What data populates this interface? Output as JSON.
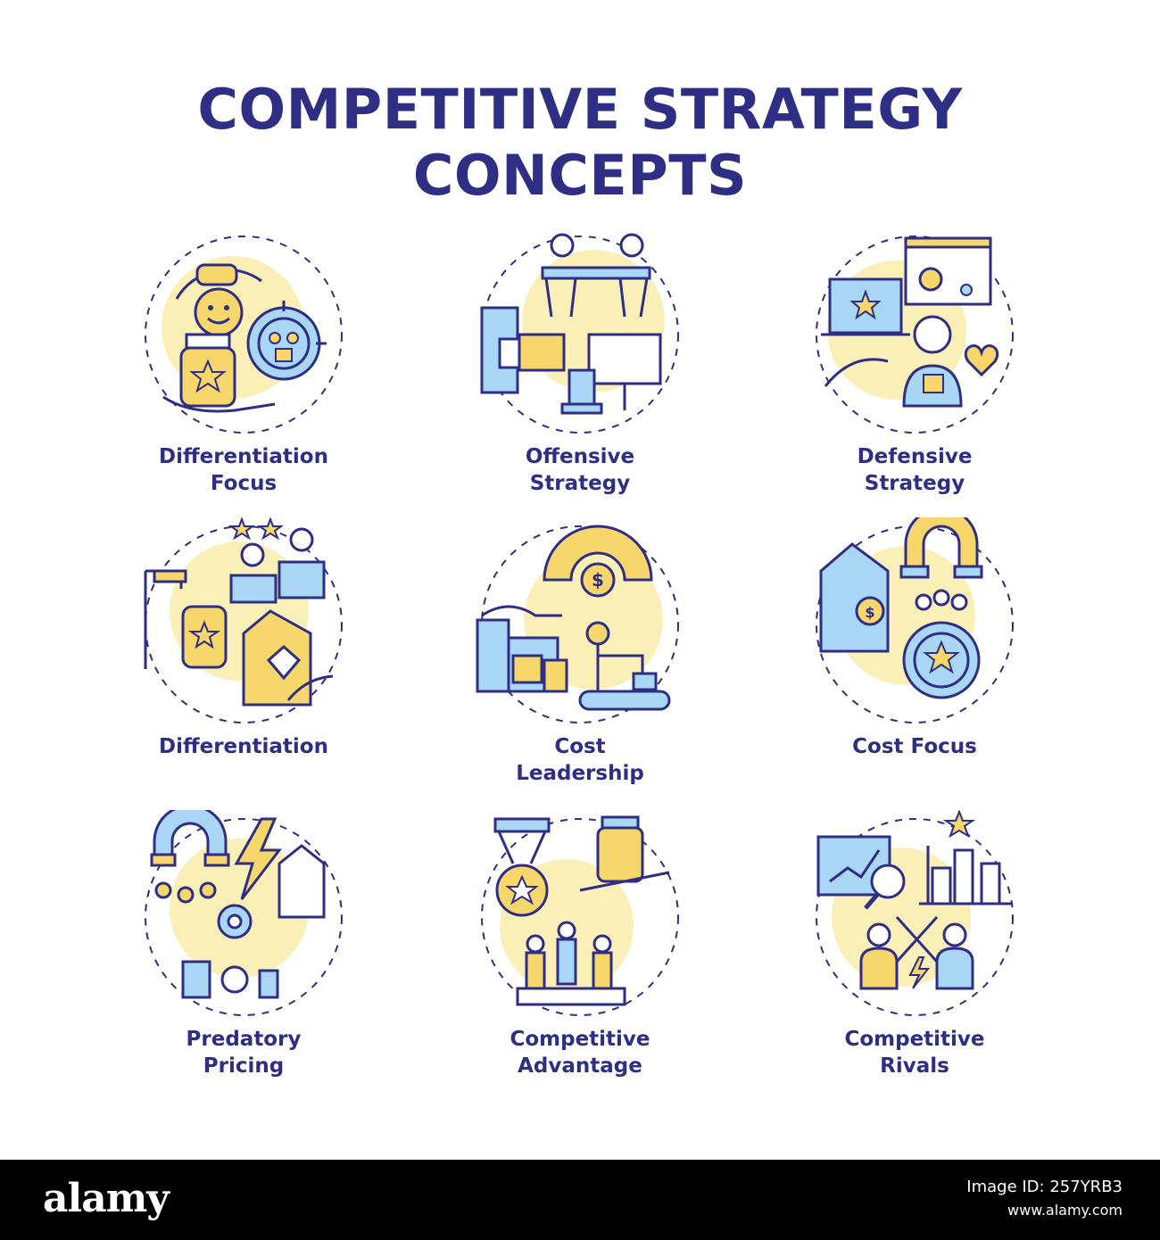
{
  "title_line1": "COMPETITIVE STRATEGY",
  "title_line2": "CONCEPTS",
  "colors": {
    "navy": "#2e2e84",
    "yellow": "#f7d66b",
    "pale": "#fbefb8",
    "blue": "#a9d6f5"
  },
  "items": [
    {
      "line1": "Differentiation",
      "line2": "Focus",
      "icon": "differentiation-focus-icon"
    },
    {
      "line1": "Offensive",
      "line2": "Strategy",
      "icon": "offensive-strategy-icon"
    },
    {
      "line1": "Defensive",
      "line2": "Strategy",
      "icon": "defensive-strategy-icon"
    },
    {
      "line1": "Differentiation",
      "line2": "",
      "icon": "differentiation-icon"
    },
    {
      "line1": "Cost",
      "line2": "Leadership",
      "icon": "cost-leadership-icon"
    },
    {
      "line1": "Cost Focus",
      "line2": "",
      "icon": "cost-focus-icon"
    },
    {
      "line1": "Predatory",
      "line2": "Pricing",
      "icon": "predatory-pricing-icon"
    },
    {
      "line1": "Competitive",
      "line2": "Advantage",
      "icon": "competitive-advantage-icon"
    },
    {
      "line1": "Competitive",
      "line2": "Rivals",
      "icon": "competitive-rivals-icon"
    }
  ],
  "footer": {
    "brand": "alamy",
    "image_id": "Image ID: 257YRB3",
    "site": "www.alamy.com"
  }
}
